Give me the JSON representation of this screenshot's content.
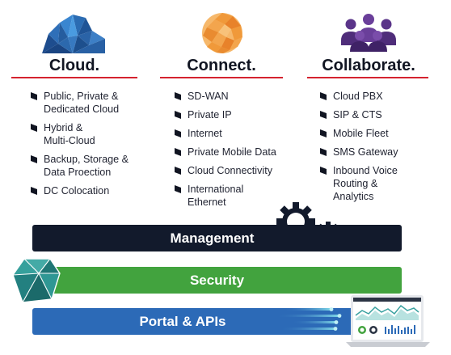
{
  "columns": [
    {
      "title": "Cloud.",
      "icon": "cloud-icon",
      "items": [
        [
          "Public, Private &",
          "Dedicated Cloud"
        ],
        [
          "Hybrid &",
          "Multi-Cloud"
        ],
        [
          "Backup, Storage &",
          "Data Proection"
        ],
        [
          "DC Colocation"
        ]
      ]
    },
    {
      "title": "Connect.",
      "icon": "connect-globe-icon",
      "items": [
        [
          "SD-WAN"
        ],
        [
          "Private IP"
        ],
        [
          "Internet"
        ],
        [
          "Private Mobile Data"
        ],
        [
          "Cloud Connectivity"
        ],
        [
          "International",
          "Ethernet"
        ]
      ]
    },
    {
      "title": "Collaborate.",
      "icon": "people-group-icon",
      "items": [
        [
          "Cloud PBX"
        ],
        [
          "SIP & CTS"
        ],
        [
          "Mobile Fleet"
        ],
        [
          "SMS Gateway"
        ],
        [
          "Inbound Voice",
          "Routing &",
          "Analytics"
        ]
      ]
    }
  ],
  "layers": {
    "management": "Management",
    "security": "Security",
    "portal": "Portal & APIs"
  },
  "icons": [
    "gears-icon",
    "shield-gem-icon",
    "dashboard-laptop-icon"
  ],
  "colors": {
    "navy": "#121a2c",
    "red_rule": "#d5232f",
    "green": "#42a33e",
    "blue": "#2c6ab7",
    "teal": "#2a8e8c",
    "orange": "#f0993a",
    "purple": "#4f2d7a"
  }
}
